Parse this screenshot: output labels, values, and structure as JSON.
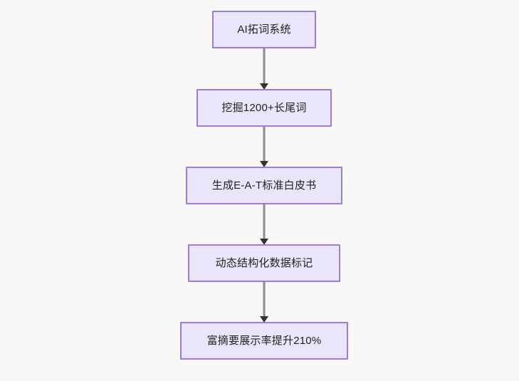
{
  "diagram": {
    "type": "flowchart",
    "orientation": "top-to-bottom",
    "background_color": "#f8f8f8",
    "node_fill_color": "#e9e6fb",
    "node_border_color": "#9f7ad6",
    "node_text_color": "#1f2020",
    "edge_line_color": "#8d8d8d",
    "edge_arrow_color": "#333333",
    "nodes": [
      {
        "id": "n1",
        "label": "AI拓词系统"
      },
      {
        "id": "n2",
        "label": "挖掘1200+长尾词"
      },
      {
        "id": "n3",
        "label": "生成E-A-T标准白皮书"
      },
      {
        "id": "n4",
        "label": "动态结构化数据标记"
      },
      {
        "id": "n5",
        "label": "富摘要展示率提升210%"
      }
    ],
    "edges": [
      {
        "id": "e1",
        "from": "n1",
        "to": "n2",
        "label": ""
      },
      {
        "id": "e2",
        "from": "n2",
        "to": "n3",
        "label": ""
      },
      {
        "id": "e3",
        "from": "n3",
        "to": "n4",
        "label": ""
      },
      {
        "id": "e4",
        "from": "n4",
        "to": "n5",
        "label": ""
      }
    ]
  }
}
